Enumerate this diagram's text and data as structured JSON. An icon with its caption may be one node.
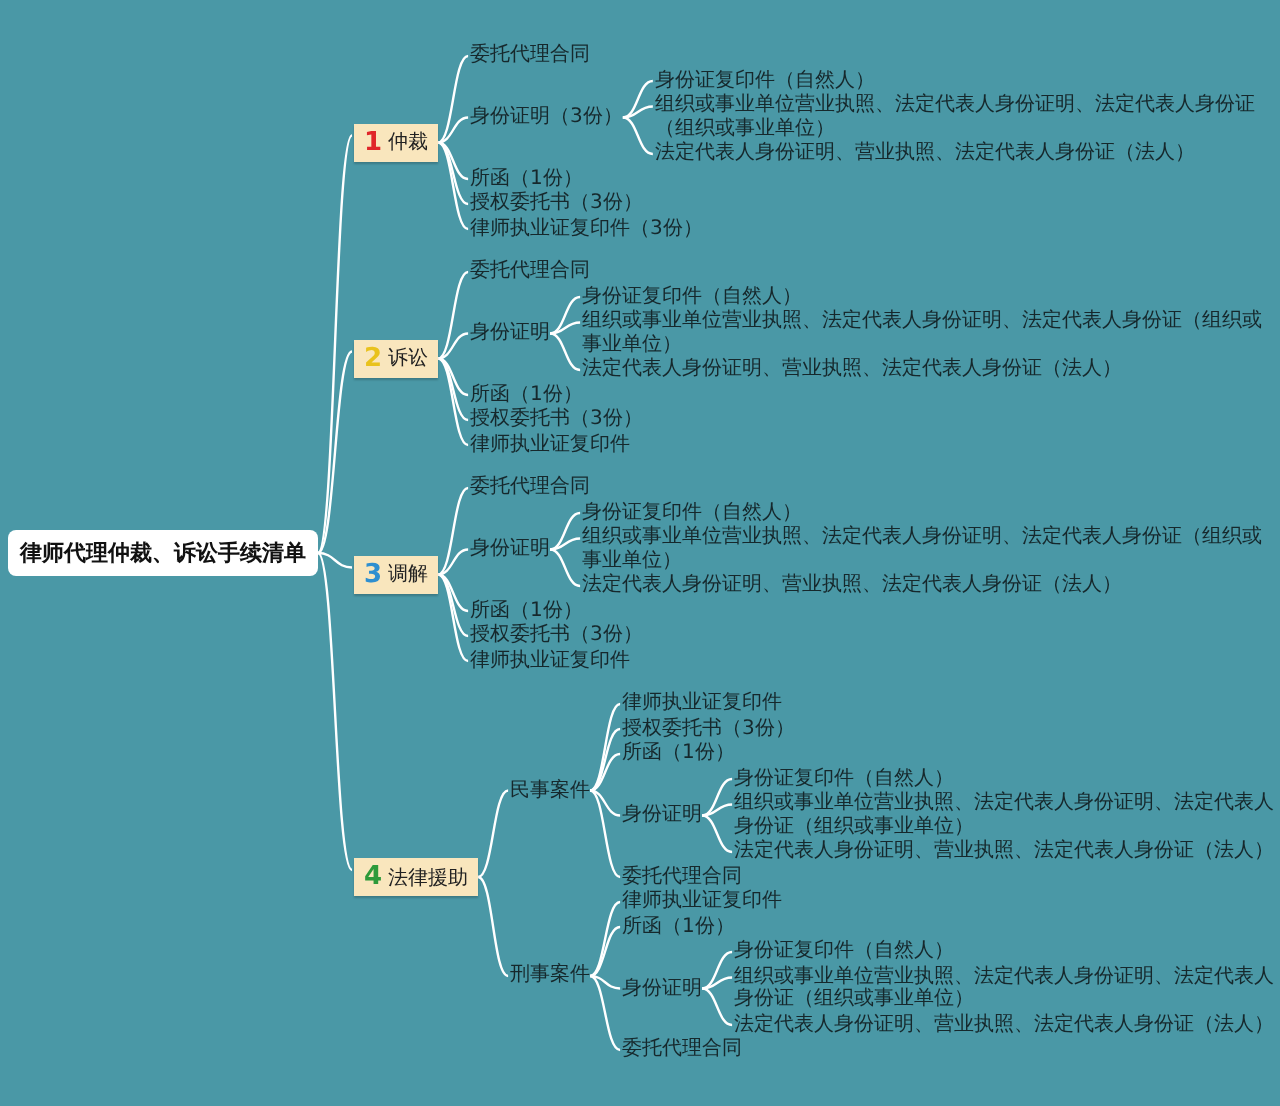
{
  "diagram": {
    "nodes": [
      {
        "text": [
          "律师代理仲裁、诉讼手续清单"
        ]
      },
      {
        "text": [
          "1",
          "仲裁"
        ]
      },
      {
        "text": [
          "委托代理合同"
        ]
      },
      {
        "text": [
          "身份证明（3份）"
        ]
      },
      {
        "text": [
          "身份证复印件（自然人）"
        ]
      },
      {
        "text": [
          "组织或事业单位营业执照、法定代表人身份证明、法定代表人身份证（组织或事业单位）"
        ]
      },
      {
        "text": [
          "法定代表人身份证明、营业执照、法定代表人身份证（法人）"
        ]
      },
      {
        "text": [
          "所函（1份）"
        ]
      },
      {
        "text": [
          "授权委托书（3份）"
        ]
      },
      {
        "text": [
          "律师执业证复印件（3份）"
        ]
      },
      {
        "text": [
          "2",
          "诉讼"
        ]
      },
      {
        "text": [
          "委托代理合同"
        ]
      },
      {
        "text": [
          "身份证明"
        ]
      },
      {
        "text": [
          "身份证复印件（自然人）"
        ]
      },
      {
        "text": [
          "组织或事业单位营业执照、法定代表人身份证明、法定代表人身份证（组织或事业单位）"
        ]
      },
      {
        "text": [
          "法定代表人身份证明、营业执照、法定代表人身份证（法人）"
        ]
      },
      {
        "text": [
          "所函（1份）"
        ]
      },
      {
        "text": [
          "授权委托书（3份）"
        ]
      },
      {
        "text": [
          "律师执业证复印件"
        ]
      },
      {
        "text": [
          "3",
          "调解"
        ]
      },
      {
        "text": [
          "委托代理合同"
        ]
      },
      {
        "text": [
          "身份证明"
        ]
      },
      {
        "text": [
          "身份证复印件（自然人）"
        ]
      },
      {
        "text": [
          "组织或事业单位营业执照、法定代表人身份证明、法定代表人身份证（组织或事业单位）"
        ]
      },
      {
        "text": [
          "法定代表人身份证明、营业执照、法定代表人身份证（法人）"
        ]
      },
      {
        "text": [
          "所函（1份）"
        ]
      },
      {
        "text": [
          "授权委托书（3份）"
        ]
      },
      {
        "text": [
          "律师执业证复印件"
        ]
      },
      {
        "text": [
          "4",
          "法律援助"
        ]
      },
      {
        "text": [
          "民事案件"
        ]
      },
      {
        "text": [
          "律师执业证复印件"
        ]
      },
      {
        "text": [
          "授权委托书（3份）"
        ]
      },
      {
        "text": [
          "所函（1份）"
        ]
      },
      {
        "text": [
          "身份证明"
        ]
      },
      {
        "text": [
          "身份证复印件（自然人）"
        ]
      },
      {
        "text": [
          "组织或事业单位营业执照、法定代表人身份证明、法定代表人身份证（组织或事业单位）"
        ]
      },
      {
        "text": [
          "法定代表人身份证明、营业执照、法定代表人身份证（法人）"
        ]
      },
      {
        "text": [
          "委托代理合同"
        ]
      },
      {
        "text": [
          "刑事案件"
        ]
      },
      {
        "text": [
          "律师执业证复印件"
        ]
      },
      {
        "text": [
          "所函（1份）"
        ]
      },
      {
        "text": [
          "身份证明"
        ]
      },
      {
        "text": [
          "身份证复印件（自然人）"
        ]
      },
      {
        "text": [
          "组织或事业单位营业执照、法定代表人身份证明、法定代表人身份证（组织或事业单位）"
        ]
      },
      {
        "text": [
          "法定代表人身份证明、营业执照、法定代表人身份证（法人）"
        ]
      },
      {
        "text": [
          "委托代理合同"
        ]
      }
    ],
    "edges": [
      {
        "from": 0,
        "to": 1,
        "arrow": "none"
      },
      {
        "from": 0,
        "to": 10,
        "arrow": "none"
      },
      {
        "from": 0,
        "to": 19,
        "arrow": "none"
      },
      {
        "from": 0,
        "to": 28,
        "arrow": "none"
      },
      {
        "from": 1,
        "to": 2,
        "arrow": "none"
      },
      {
        "from": 1,
        "to": 3,
        "arrow": "none"
      },
      {
        "from": 1,
        "to": 7,
        "arrow": "none"
      },
      {
        "from": 1,
        "to": 8,
        "arrow": "none"
      },
      {
        "from": 1,
        "to": 9,
        "arrow": "none"
      },
      {
        "from": 3,
        "to": 4,
        "arrow": "none"
      },
      {
        "from": 3,
        "to": 5,
        "arrow": "none"
      },
      {
        "from": 3,
        "to": 6,
        "arrow": "none"
      },
      {
        "from": 10,
        "to": 11,
        "arrow": "none"
      },
      {
        "from": 10,
        "to": 12,
        "arrow": "none"
      },
      {
        "from": 10,
        "to": 16,
        "arrow": "none"
      },
      {
        "from": 10,
        "to": 17,
        "arrow": "none"
      },
      {
        "from": 10,
        "to": 18,
        "arrow": "none"
      },
      {
        "from": 12,
        "to": 13,
        "arrow": "none"
      },
      {
        "from": 12,
        "to": 14,
        "arrow": "none"
      },
      {
        "from": 12,
        "to": 15,
        "arrow": "none"
      },
      {
        "from": 19,
        "to": 20,
        "arrow": "none"
      },
      {
        "from": 19,
        "to": 21,
        "arrow": "none"
      },
      {
        "from": 19,
        "to": 25,
        "arrow": "none"
      },
      {
        "from": 19,
        "to": 26,
        "arrow": "none"
      },
      {
        "from": 19,
        "to": 27,
        "arrow": "none"
      },
      {
        "from": 21,
        "to": 22,
        "arrow": "none"
      },
      {
        "from": 21,
        "to": 23,
        "arrow": "none"
      },
      {
        "from": 21,
        "to": 24,
        "arrow": "none"
      },
      {
        "from": 28,
        "to": 29,
        "arrow": "none"
      },
      {
        "from": 28,
        "to": 38,
        "arrow": "none"
      },
      {
        "from": 29,
        "to": 30,
        "arrow": "none"
      },
      {
        "from": 29,
        "to": 31,
        "arrow": "none"
      },
      {
        "from": 29,
        "to": 32,
        "arrow": "none"
      },
      {
        "from": 29,
        "to": 33,
        "arrow": "none"
      },
      {
        "from": 29,
        "to": 37,
        "arrow": "none"
      },
      {
        "from": 33,
        "to": 34,
        "arrow": "none"
      },
      {
        "from": 33,
        "to": 35,
        "arrow": "none"
      },
      {
        "from": 33,
        "to": 36,
        "arrow": "none"
      },
      {
        "from": 38,
        "to": 39,
        "arrow": "none"
      },
      {
        "from": 38,
        "to": 40,
        "arrow": "none"
      },
      {
        "from": 38,
        "to": 41,
        "arrow": "none"
      },
      {
        "from": 38,
        "to": 45,
        "arrow": "none"
      },
      {
        "from": 41,
        "to": 42,
        "arrow": "none"
      },
      {
        "from": 41,
        "to": 43,
        "arrow": "none"
      },
      {
        "from": 41,
        "to": 44,
        "arrow": "none"
      }
    ]
  }
}
